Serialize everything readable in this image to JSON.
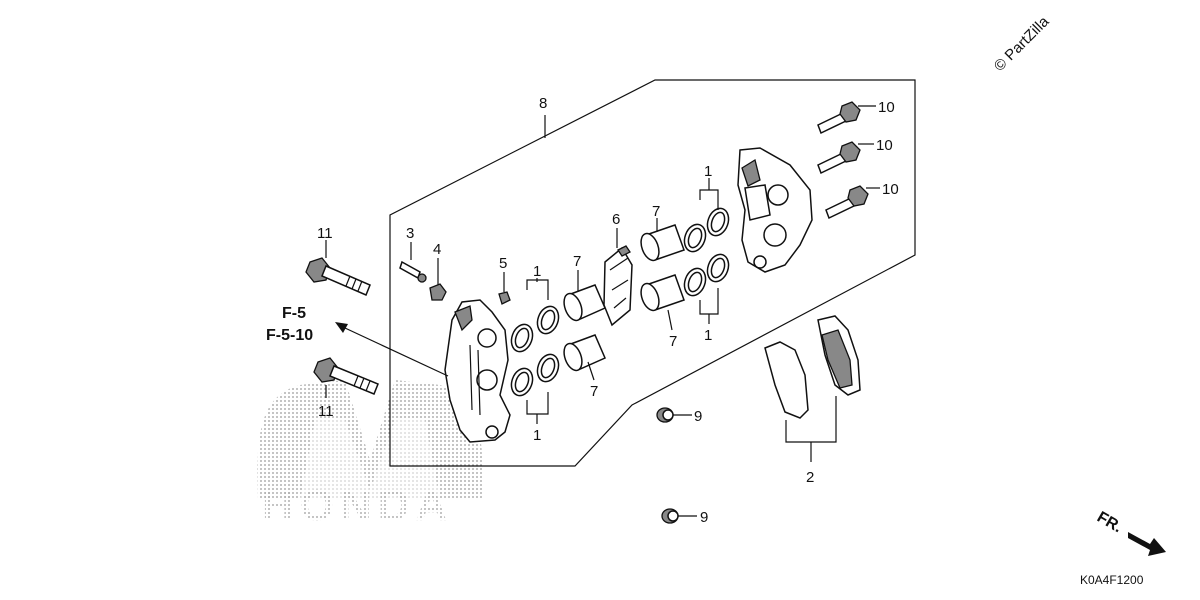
{
  "watermark": {
    "copyright": "© PartZilla"
  },
  "references": {
    "line1": "F-5",
    "line2": "F-5-10"
  },
  "direction_label": "FR.",
  "diagram_code": "K0A4F1200",
  "logo": {
    "wordmark": "HONDA"
  },
  "callouts": {
    "c1a": "1",
    "c1b": "1",
    "c1c": "1",
    "c1d": "1",
    "c2": "2",
    "c3": "3",
    "c4": "4",
    "c5": "5",
    "c6": "6",
    "c7a": "7",
    "c7b": "7",
    "c7c": "7",
    "c7d": "7",
    "c8": "8",
    "c9a": "9",
    "c9b": "9",
    "c10a": "10",
    "c10b": "10",
    "c10c": "10",
    "c11a": "11",
    "c11b": "11"
  }
}
